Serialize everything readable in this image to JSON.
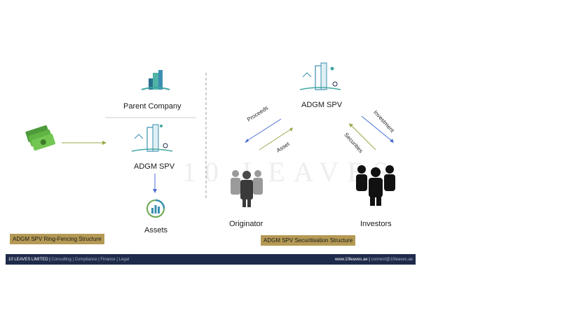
{
  "left": {
    "parent_label": "Parent Company",
    "spv_label": "ADGM SPV",
    "assets_label": "Assets",
    "tag": "ADGM SPV Ring-Fencing Structure"
  },
  "right": {
    "spv_label": "ADGM SPV",
    "originator_label": "Originator",
    "investors_label": "Investors",
    "arrows": {
      "proceeds": "Proceeds",
      "asset": "Asset",
      "investment": "Investment",
      "securities": "Securities"
    },
    "tag": "ADGM SPV Securitisation Structure"
  },
  "watermark": "10 LEAVES",
  "footer": {
    "company": "10 LEAVES LIMITED",
    "services": "Consulting | Compliance | Finance | Legal",
    "website": "www.10leaves.ae",
    "email": "connect@10leaves.ae"
  },
  "colors": {
    "navy": "#1f2b4a",
    "gold": "#b59a55",
    "teal": "#3fa7a0",
    "green": "#6aa84f",
    "blue_arrow": "#4a6fd1",
    "olive_arrow": "#9aa84a"
  }
}
